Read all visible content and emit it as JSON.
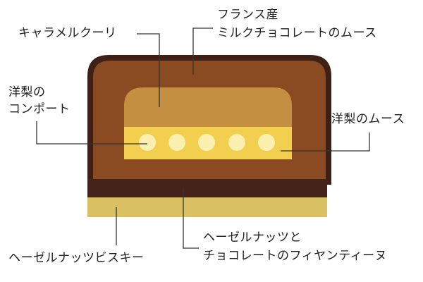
{
  "labels": {
    "caramel_cream": "キャラメルクーリ",
    "milk_chocolate_mousse_line1": "フランス産",
    "milk_chocolate_mousse_line2": "ミルクチョコレートのムース",
    "pear_compote_line1": "洋梨の",
    "pear_compote_line2": "コンポート",
    "pear_mousse": "洋梨のムース",
    "hazelnut_biscuit": "ヘーゼルナッツビスキー",
    "feuilletine_line1": "ヘーゼルナッツと",
    "feuilletine_line2": "チョコレートのフィヤンティーヌ"
  },
  "colors": {
    "chocolate_outline": "#3f2016",
    "milk_chocolate_mousse": "#8a4b22",
    "caramel_cream": "#c58f41",
    "pear_mousse": "#f2cf4e",
    "pear_compote": "#fbf0b0",
    "feuilletine": "#45231a",
    "biscuit": "#d8c063",
    "leader_line": "#333333"
  }
}
